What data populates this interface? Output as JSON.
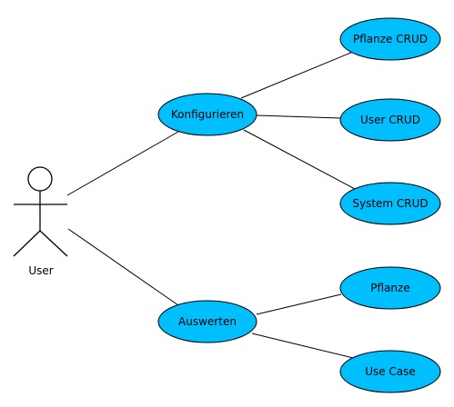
{
  "diagram": {
    "type": "use-case",
    "fill_color": "#00bfff",
    "actor": {
      "id": "user",
      "label": "User"
    },
    "use_cases": [
      {
        "id": "konfigurieren",
        "label": "Konfigurieren"
      },
      {
        "id": "auswerten",
        "label": "Auswerten"
      },
      {
        "id": "pflanze-crud",
        "label": "Pflanze CRUD"
      },
      {
        "id": "user-crud",
        "label": "User CRUD"
      },
      {
        "id": "system-crud",
        "label": "System CRUD"
      },
      {
        "id": "pflanze",
        "label": "Pflanze"
      },
      {
        "id": "use-case",
        "label": "Use Case"
      }
    ],
    "associations": [
      {
        "from": "user",
        "to": "konfigurieren"
      },
      {
        "from": "user",
        "to": "auswerten"
      },
      {
        "from": "konfigurieren",
        "to": "pflanze-crud"
      },
      {
        "from": "konfigurieren",
        "to": "user-crud"
      },
      {
        "from": "konfigurieren",
        "to": "system-crud"
      },
      {
        "from": "auswerten",
        "to": "pflanze"
      },
      {
        "from": "auswerten",
        "to": "use-case"
      }
    ]
  }
}
